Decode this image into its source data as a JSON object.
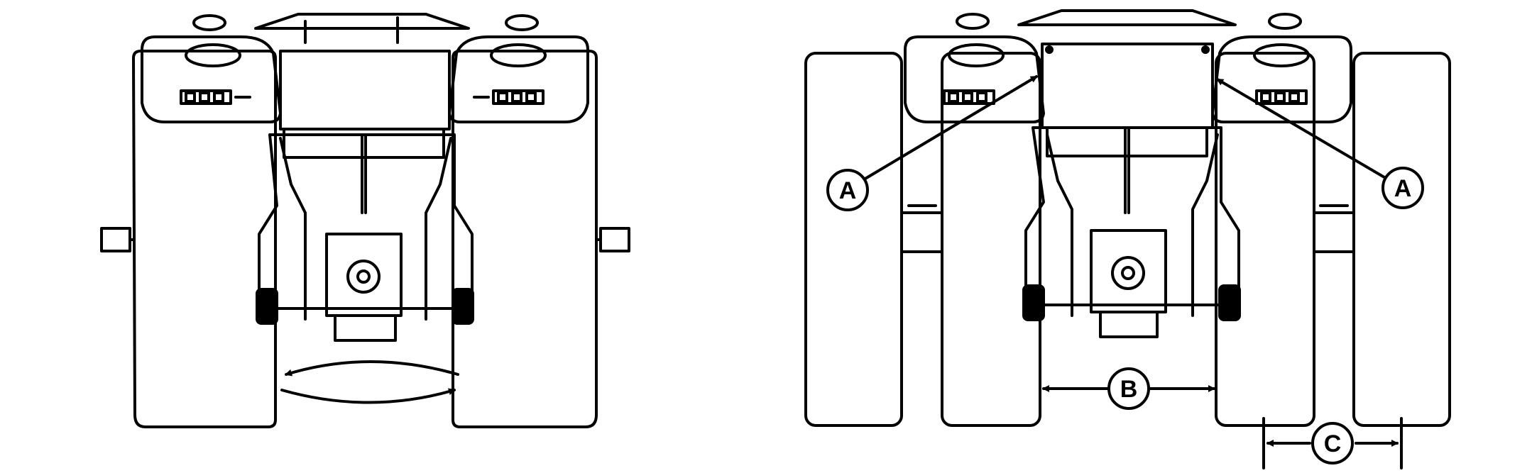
{
  "figure": {
    "left_view": {
      "motion_arrows": "curved-double-arrow"
    },
    "right_view": {
      "callouts": {
        "a_left": "A",
        "a_right": "A",
        "b": "B",
        "c": "C"
      }
    }
  }
}
